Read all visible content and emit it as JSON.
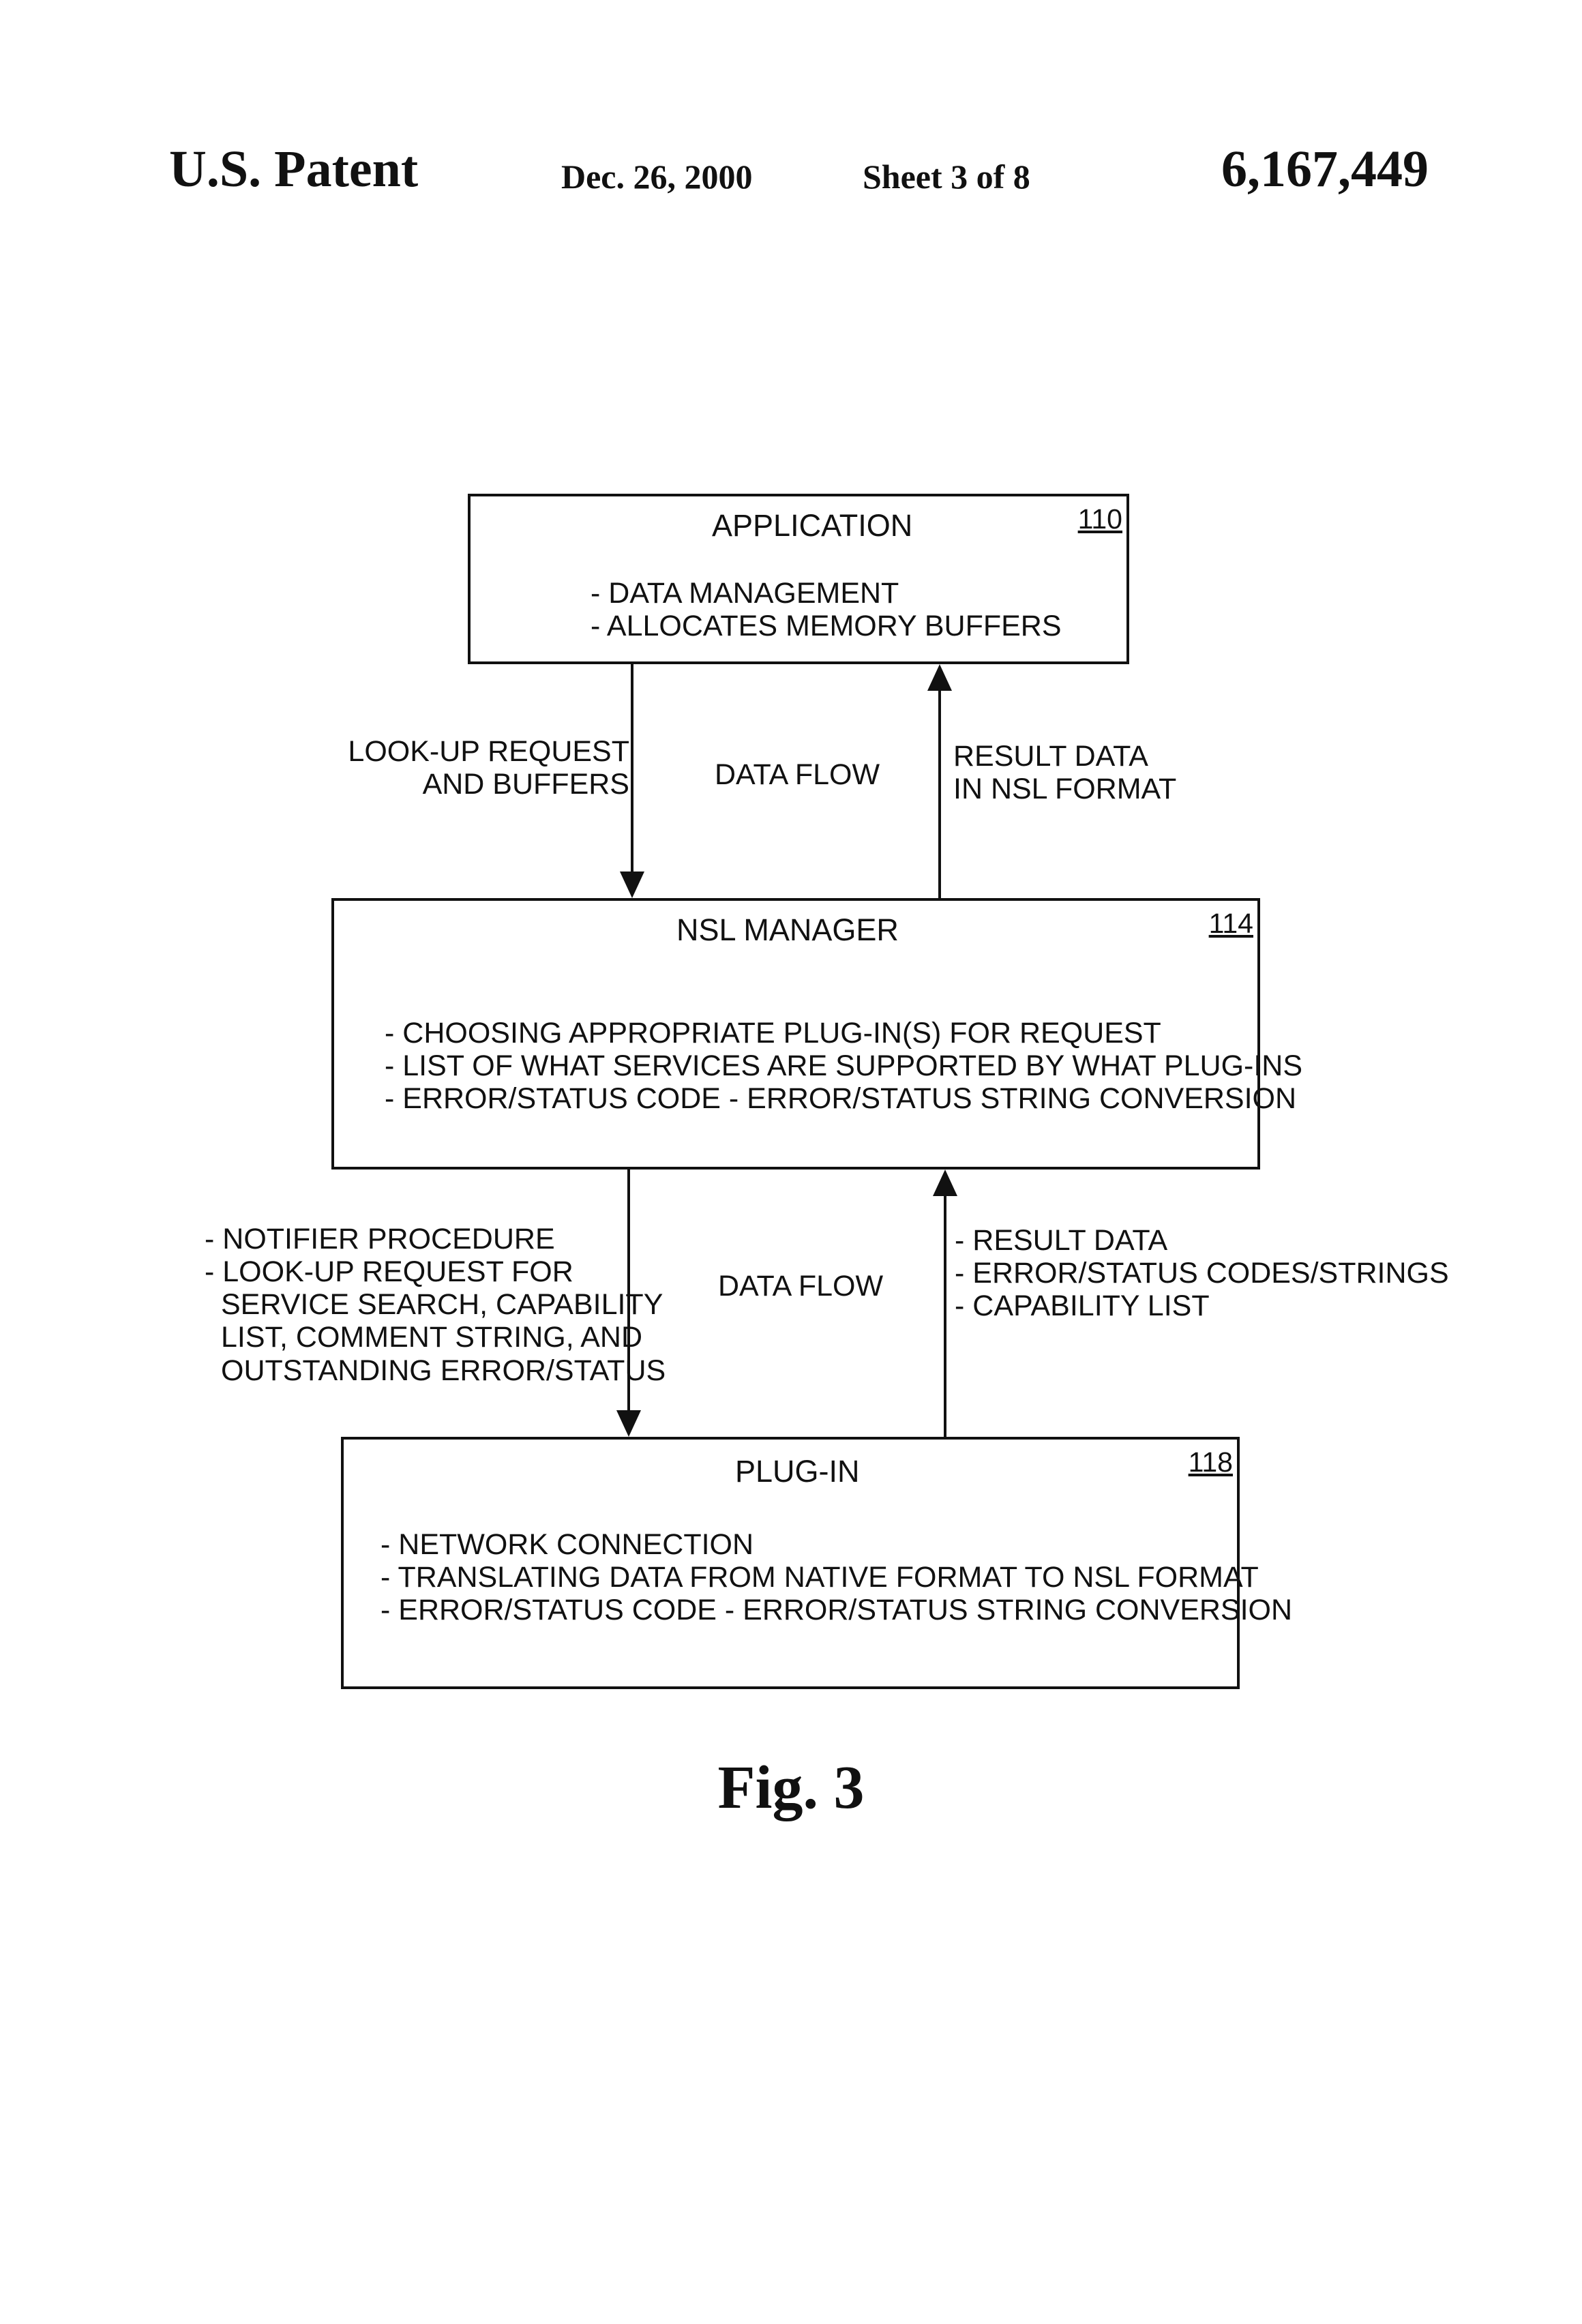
{
  "header": {
    "left": "U.S. Patent",
    "date": "Dec. 26, 2000",
    "sheet": "Sheet 3 of 8",
    "patent_number": "6,167,449"
  },
  "application": {
    "title": "APPLICATION",
    "ref": "110",
    "items": [
      "- DATA MANAGEMENT",
      "- ALLOCATES MEMORY BUFFERS"
    ]
  },
  "nsl_manager": {
    "title": "NSL MANAGER",
    "ref": "114",
    "items": [
      "- CHOOSING APPROPRIATE PLUG-IN(S) FOR REQUEST",
      "- LIST OF WHAT SERVICES ARE SUPPORTED BY WHAT PLUG-INS",
      "- ERROR/STATUS CODE - ERROR/STATUS STRING CONVERSION"
    ]
  },
  "plugin": {
    "title": "PLUG-IN",
    "ref": "118",
    "items": [
      "- NETWORK CONNECTION",
      "- TRANSLATING DATA FROM NATIVE FORMAT TO NSL FORMAT",
      "- ERROR/STATUS CODE - ERROR/STATUS STRING CONVERSION"
    ]
  },
  "flow_top": {
    "down_label": [
      "LOOK-UP REQUEST",
      "AND BUFFERS"
    ],
    "center_label": "DATA FLOW",
    "up_label": [
      "RESULT DATA",
      "IN NSL FORMAT"
    ]
  },
  "flow_bottom": {
    "down_label": [
      "- NOTIFIER PROCEDURE",
      "- LOOK-UP REQUEST FOR",
      "SERVICE SEARCH, CAPABILITY",
      "LIST, COMMENT STRING, AND",
      "OUTSTANDING ERROR/STATUS"
    ],
    "center_label": "DATA FLOW",
    "up_label": [
      "- RESULT DATA",
      "- ERROR/STATUS CODES/STRINGS",
      "- CAPABILITY LIST"
    ]
  },
  "figure_label": "Fig. 3"
}
